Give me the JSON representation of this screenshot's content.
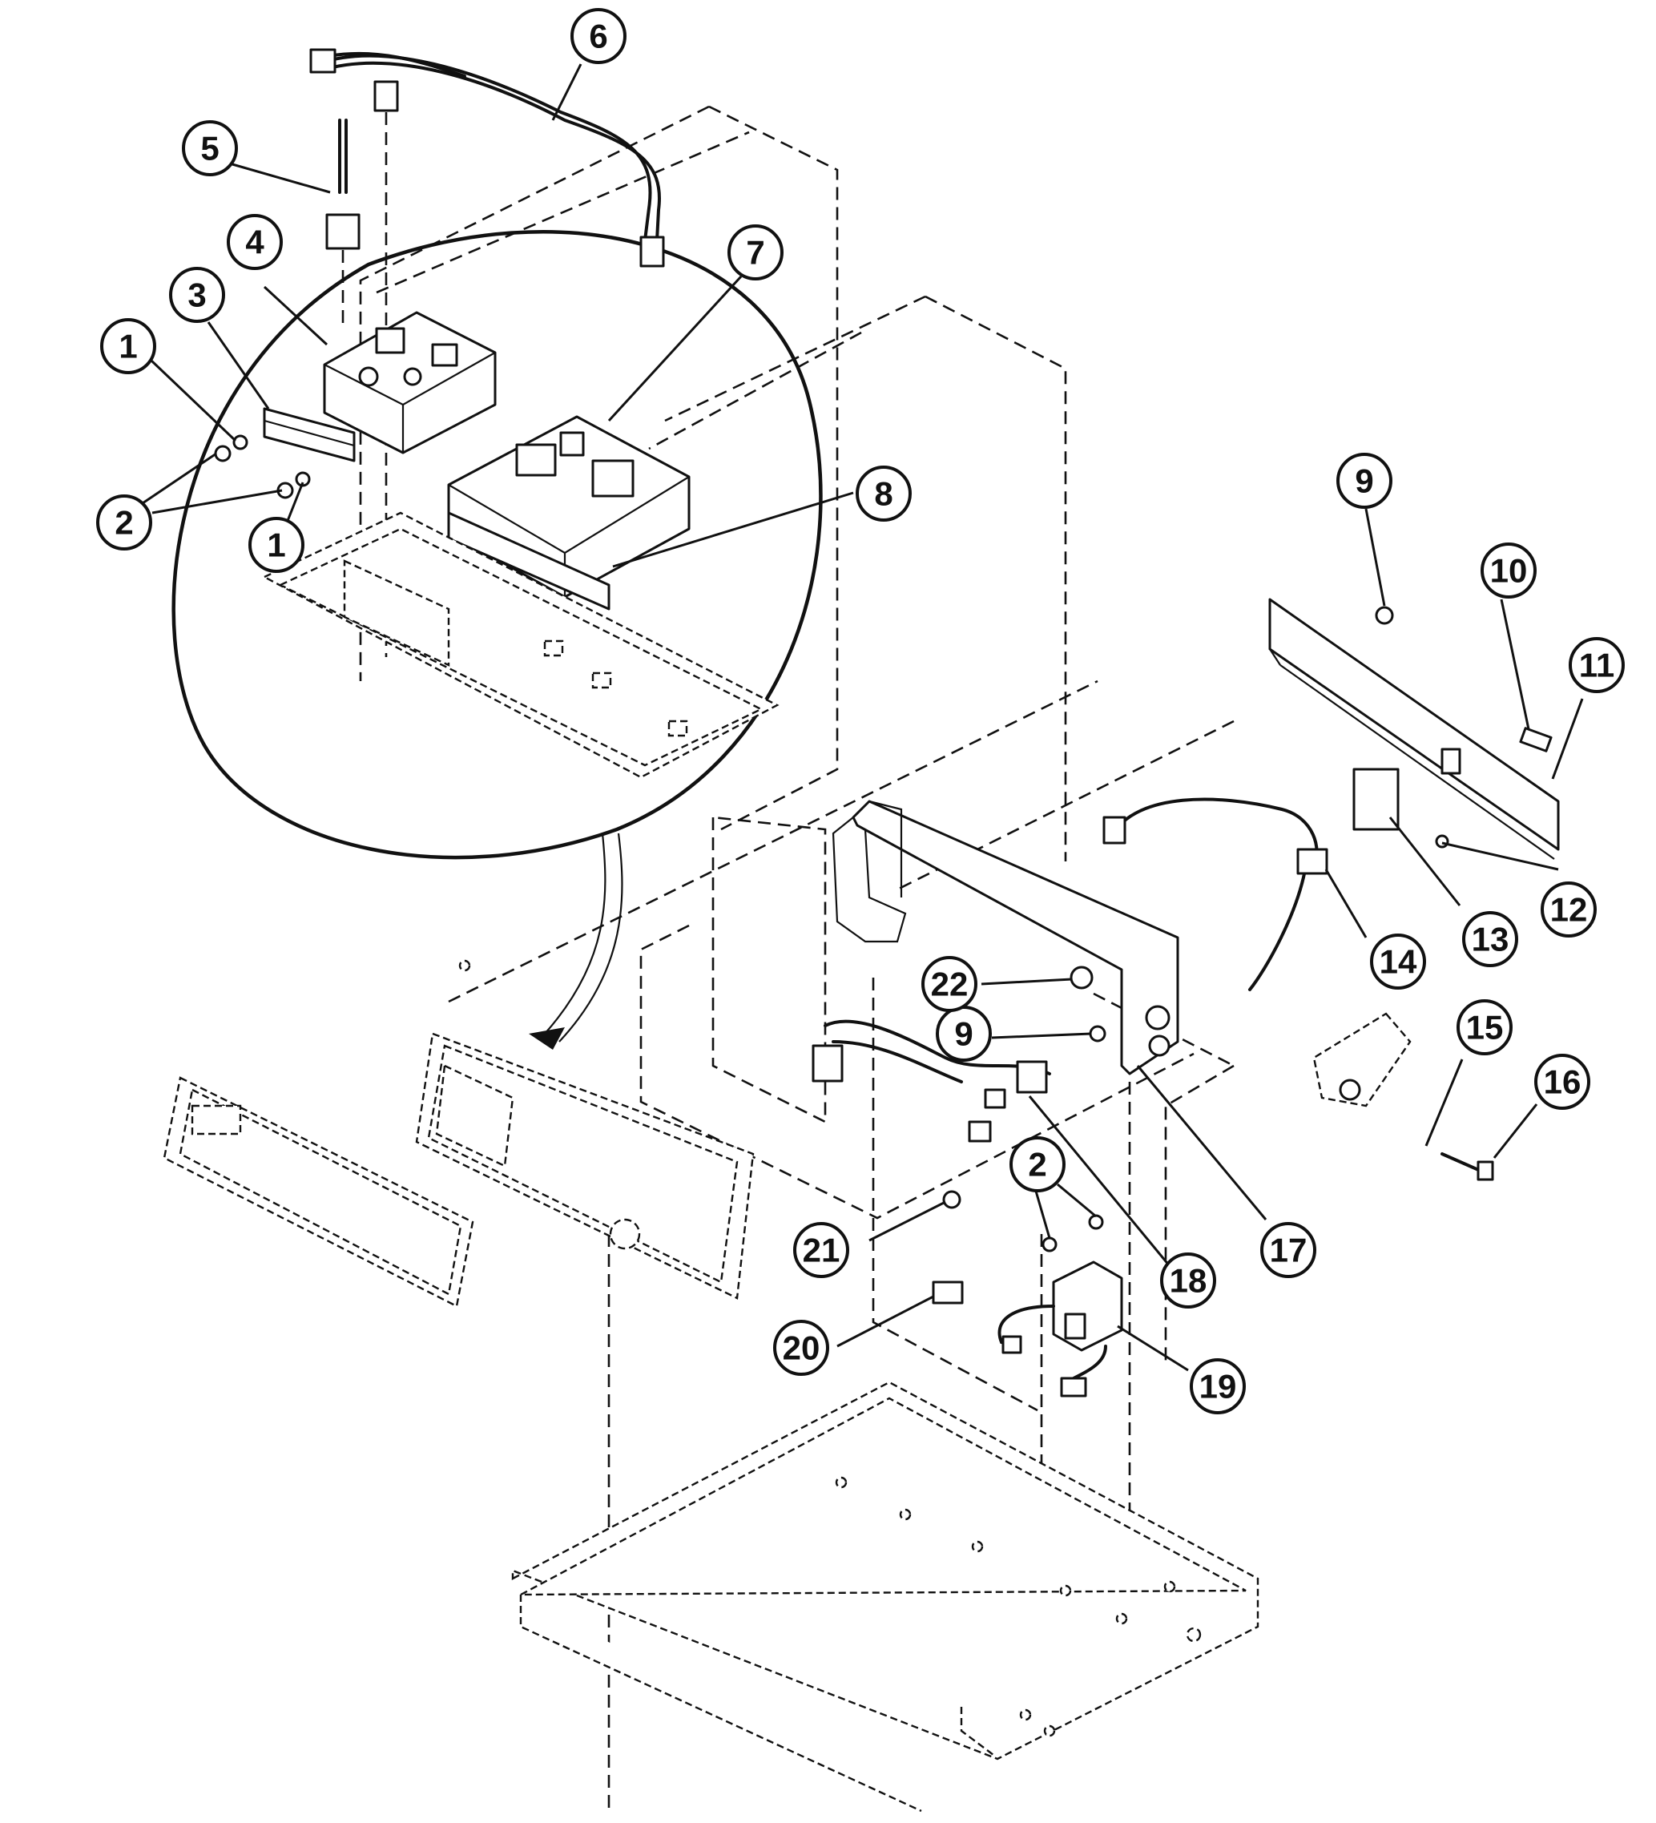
{
  "callouts": [
    {
      "id": "c1a",
      "label": "1"
    },
    {
      "id": "c1b",
      "label": "1"
    },
    {
      "id": "c2a",
      "label": "2"
    },
    {
      "id": "c2b",
      "label": "2"
    },
    {
      "id": "c3",
      "label": "3"
    },
    {
      "id": "c4",
      "label": "4"
    },
    {
      "id": "c5",
      "label": "5"
    },
    {
      "id": "c6",
      "label": "6"
    },
    {
      "id": "c7",
      "label": "7"
    },
    {
      "id": "c8",
      "label": "8"
    },
    {
      "id": "c9a",
      "label": "9"
    },
    {
      "id": "c9b",
      "label": "9"
    },
    {
      "id": "c10",
      "label": "10"
    },
    {
      "id": "c11",
      "label": "11"
    },
    {
      "id": "c12",
      "label": "12"
    },
    {
      "id": "c13",
      "label": "13"
    },
    {
      "id": "c14",
      "label": "14"
    },
    {
      "id": "c15",
      "label": "15"
    },
    {
      "id": "c16",
      "label": "16"
    },
    {
      "id": "c17",
      "label": "17"
    },
    {
      "id": "c18",
      "label": "18"
    },
    {
      "id": "c19",
      "label": "19"
    },
    {
      "id": "c20",
      "label": "20"
    },
    {
      "id": "c21",
      "label": "21"
    },
    {
      "id": "c22",
      "label": "22"
    }
  ]
}
